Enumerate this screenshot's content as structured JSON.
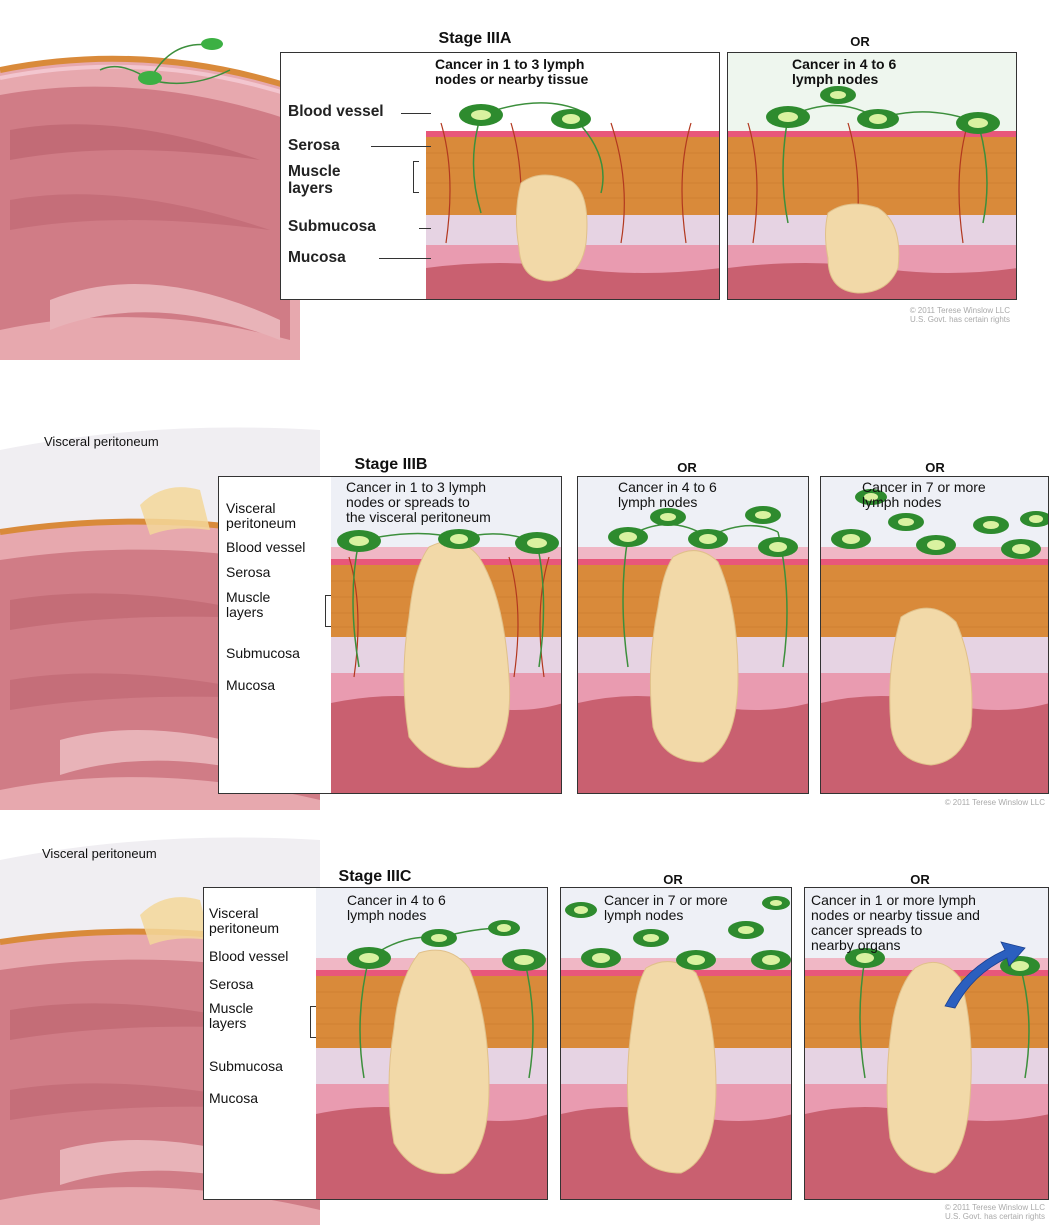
{
  "colors": {
    "muscle": "#d98a3a",
    "submucosa": "#e6d3e3",
    "mucosa": "#e99bb0",
    "lumen": "#c96070",
    "serosa": "#e8577a",
    "node": "#2e8b2e",
    "node_center": "#d9f2a0",
    "tumor": "#f2d9a8",
    "vessel": "#b2381f",
    "lymph_vessel": "#3c8f3c",
    "arrow": "#2b5fbf"
  },
  "sections": [
    {
      "name": "stage-iiia",
      "title": "Stage IIIA",
      "peritoneum_label": "",
      "layer_labels": [
        "Blood vessel",
        "Serosa",
        "Muscle\nlayers",
        "Submucosa",
        "Mucosa"
      ],
      "panels": [
        {
          "or": "",
          "caption": "Cancer in 1 to 3 lymph\nnodes or nearby tissue"
        },
        {
          "or": "OR",
          "caption": "Cancer in 4 to 6\nlymph nodes"
        }
      ],
      "copyright": "© 2011 Terese Winslow LLC\nU.S. Govt. has certain rights"
    },
    {
      "name": "stage-iiib",
      "title": "Stage IIIB",
      "peritoneum_label": "Visceral peritoneum",
      "layer_labels": [
        "Visceral\nperitoneum",
        "Blood vessel",
        "Serosa",
        "Muscle\nlayers",
        "Submucosa",
        "Mucosa"
      ],
      "panels": [
        {
          "or": "",
          "caption": "Cancer in 1 to 3 lymph\nnodes or spreads to\nthe visceral peritoneum"
        },
        {
          "or": "OR",
          "caption": "Cancer in 4 to 6\nlymph nodes"
        },
        {
          "or": "OR",
          "caption": "Cancer in 7 or more\nlymph nodes"
        }
      ],
      "copyright": "© 2011 Terese Winslow LLC"
    },
    {
      "name": "stage-iiic",
      "title": "Stage IIIC",
      "peritoneum_label": "Visceral peritoneum",
      "layer_labels": [
        "Visceral\nperitoneum",
        "Blood vessel",
        "Serosa",
        "Muscle\nlayers",
        "Submucosa",
        "Mucosa"
      ],
      "panels": [
        {
          "or": "",
          "caption": "Cancer in 4 to 6\nlymph nodes"
        },
        {
          "or": "OR",
          "caption": "Cancer in 7 or more\nlymph nodes"
        },
        {
          "or": "OR",
          "caption": "Cancer in 1 or more lymph\nnodes or nearby tissue and\ncancer spreads to\nnearby organs"
        }
      ],
      "copyright": "© 2011 Terese Winslow LLC\nU.S. Govt. has certain rights"
    }
  ]
}
